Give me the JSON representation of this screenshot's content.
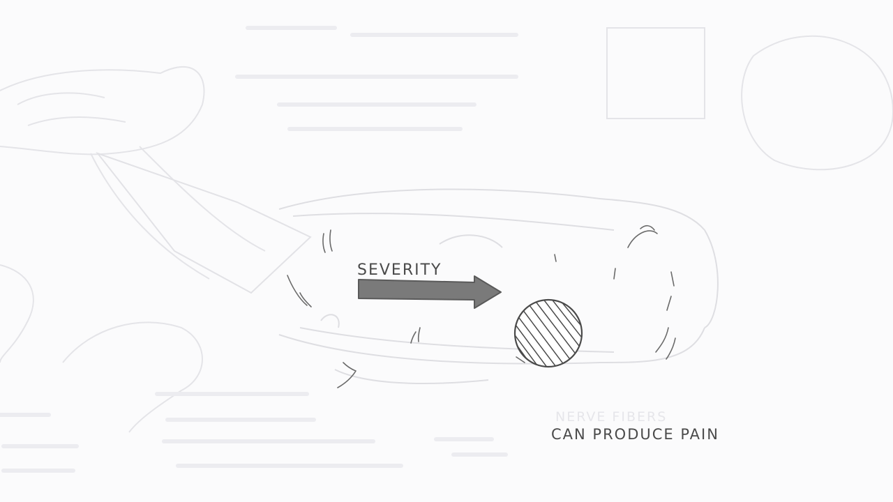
{
  "labels": {
    "severity": "SEVERITY",
    "nerve_line1": "NERVE FIBERS",
    "nerve_line2": "CAN PRODUCE PAIN"
  },
  "colors": {
    "background": "#fbfbfc",
    "ink": "#4a4a4a",
    "arrow_fill": "#7a7a7a",
    "faint_ink": "#e4e4e8"
  },
  "icons": {
    "arrow": "right-arrow",
    "tumor": "hatched-circle"
  }
}
